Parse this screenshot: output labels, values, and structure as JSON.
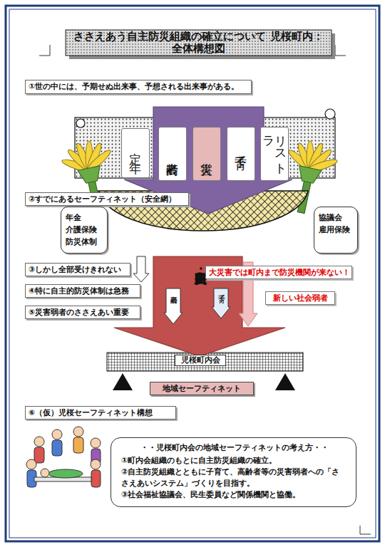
{
  "diagram": {
    "title": "ささえあう自主防災組織の確立について 児桜町内：全体構想図",
    "nodes": [
      {
        "text": [
          "①世の中には、予期せぬ出来事、予想される出来事がある。"
        ]
      },
      {
        "text": [
          "定年"
        ]
      },
      {
        "text": [
          "高齢者"
        ]
      },
      {
        "text": [
          "災害"
        ]
      },
      {
        "text": [
          "子育て"
        ]
      },
      {
        "text": [
          "リストラ"
        ]
      },
      {
        "text": [
          "②すでにあるセーフティネット（安全網）"
        ]
      },
      {
        "text": [
          "年金 介護保険 防災体制"
        ]
      },
      {
        "text": [
          "協議会 雇用保険"
        ]
      },
      {
        "text": [
          "③しかし全部受けきれない"
        ]
      },
      {
        "text": [
          "大災害では町内まで防災機関が来ない！"
        ]
      },
      {
        "text": [
          "④特に自主的防災体制は急務"
        ]
      },
      {
        "text": [
          "新しい社会弱者"
        ]
      },
      {
        "text": [
          "災害・自主防災"
        ]
      },
      {
        "text": [
          "高齢者"
        ],
        "in": 13
      },
      {
        "text": [
          "子育て"
        ],
        "in": 13
      },
      {
        "text": [
          "⑤災害弱者のささえあい重要"
        ]
      },
      {
        "text": [
          "児桜町内会"
        ]
      },
      {
        "text": [
          "地域セーフティネット"
        ]
      },
      {
        "text": [
          "⑥（仮）児桜セーフティネット構想"
        ]
      },
      {
        "text": [
          "・・児桜町内会の地域セーフティネットの考え方・・",
          "①町内会組織のもとに自主防災組織の確立。",
          "②自主防災組織とともに子育て、高齢者等の災害弱者への「ささえあいシステム」づくりを目指す。",
          "③社会福祉協議会、民生委員など関係機関と協働。"
        ]
      }
    ]
  }
}
